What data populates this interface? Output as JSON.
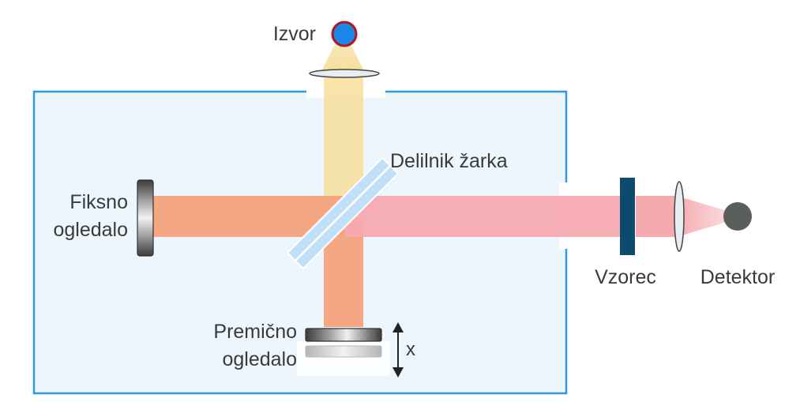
{
  "labels": {
    "source": "Izvor",
    "beam_splitter": "Delilnik žarka",
    "fixed_mirror_line1": "Fiksno",
    "fixed_mirror_line2": "ogledalo",
    "moving_mirror_line1": "Premično",
    "moving_mirror_line2": "ogledalo",
    "displacement": "x",
    "sample": "Vzorec",
    "detector": "Detektor"
  },
  "colors": {
    "enclosure_fill": "#ecf6fc",
    "enclosure_border": "#2f9ae0",
    "source_fill": "#1a86e8",
    "source_ring": "#b3161b",
    "source_beam": "#f7de9a",
    "interferometer_beam": "#f5a27c",
    "output_beam": "#f5aab0",
    "beam_splitter": "#bfe0f8",
    "sample": "#0c4a6e",
    "detector": "#5a5f5c"
  }
}
